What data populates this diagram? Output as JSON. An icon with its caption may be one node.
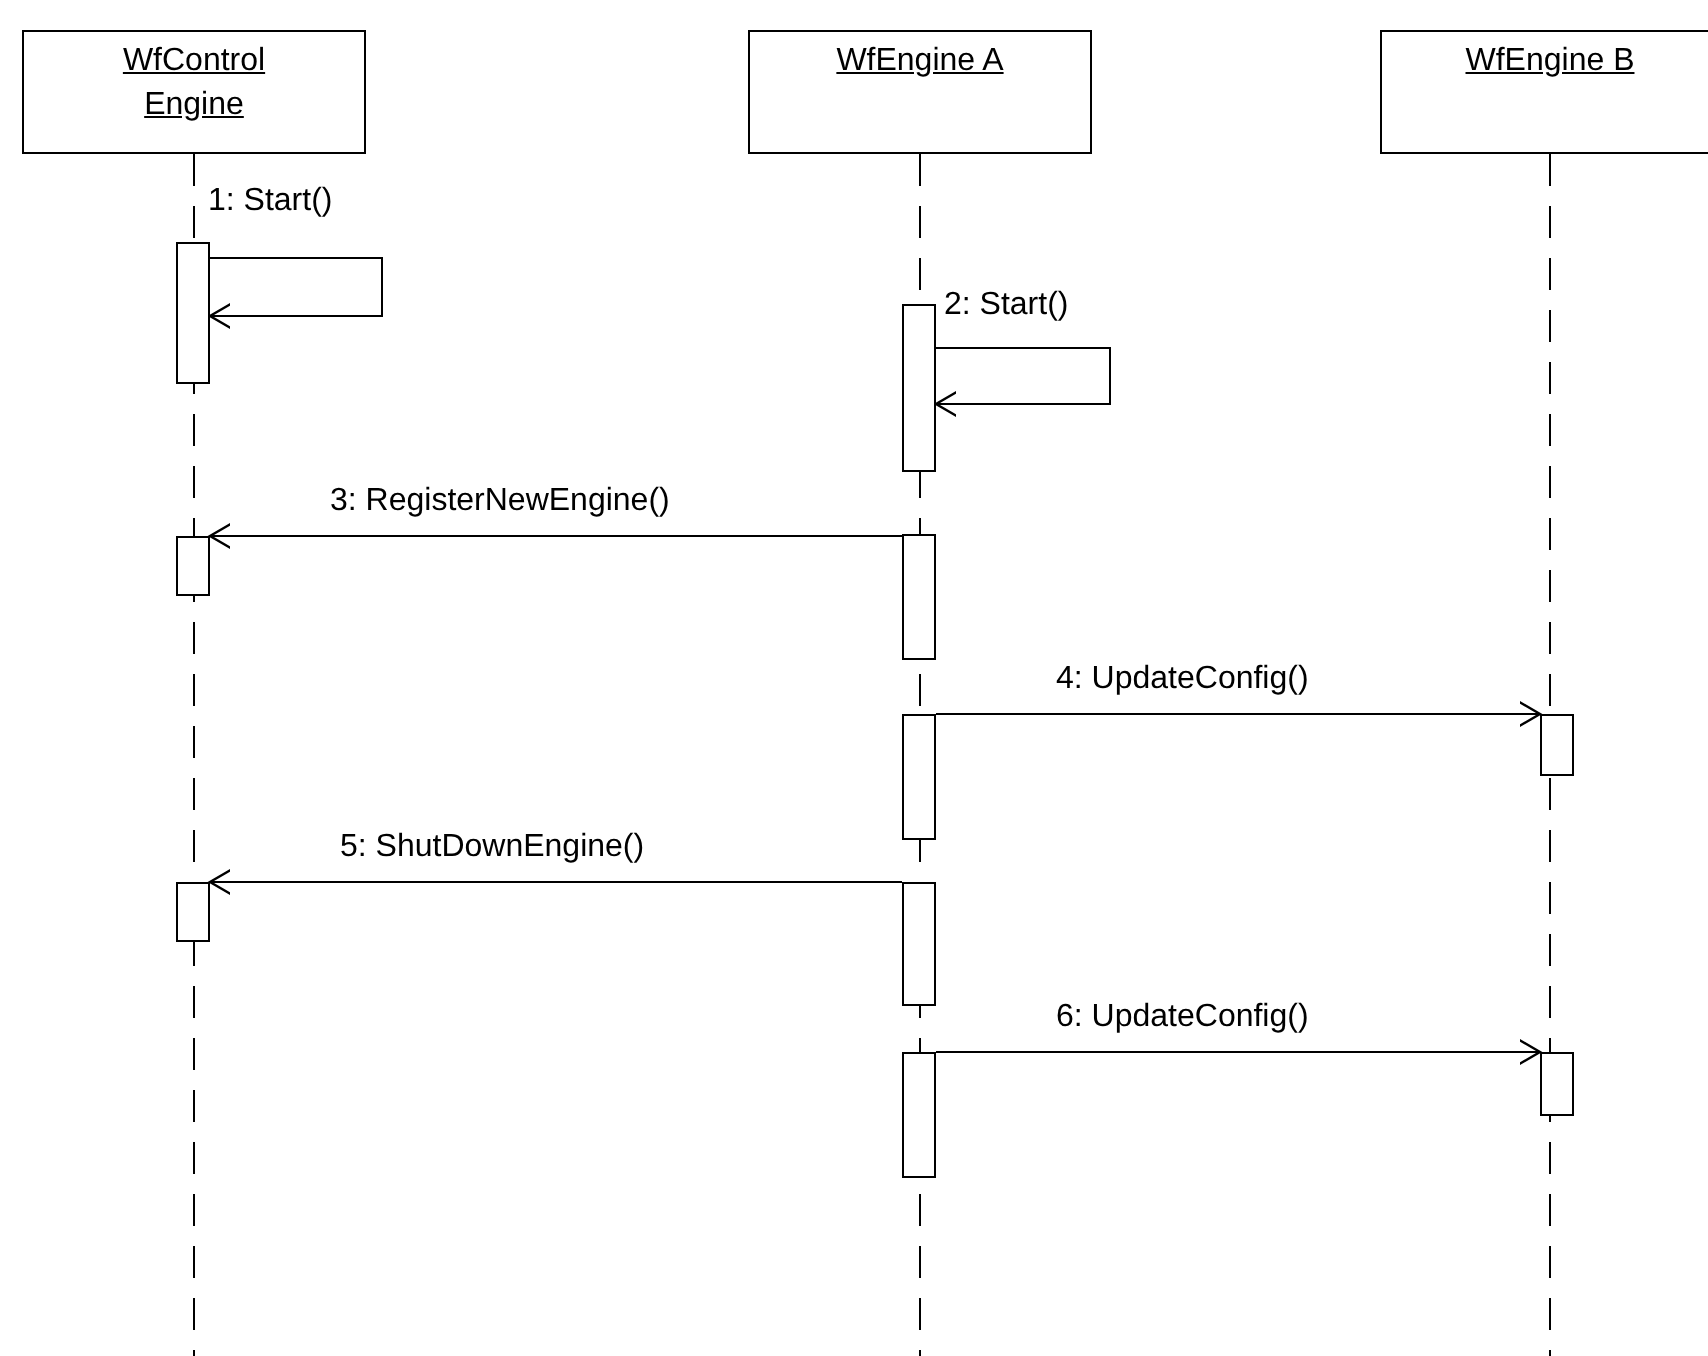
{
  "diagram": {
    "nodes": [
      {
        "text": [
          "WfControl Engine"
        ]
      },
      {
        "text": [
          "WfEngine A"
        ]
      },
      {
        "text": [
          "WfEngine B"
        ]
      },
      {
        "text": [],
        "shape": "bar"
      },
      {
        "text": [],
        "shape": "bar"
      },
      {
        "text": [],
        "shape": "bar"
      },
      {
        "text": [],
        "shape": "bar"
      },
      {
        "text": [],
        "shape": "bar"
      },
      {
        "text": [],
        "shape": "bar"
      },
      {
        "text": [],
        "shape": "bar"
      },
      {
        "text": [],
        "shape": "bar"
      },
      {
        "text": [],
        "shape": "bar"
      },
      {
        "text": [],
        "shape": "bar"
      }
    ],
    "edges": [
      {
        "from": 0,
        "to": null,
        "arrow": "none",
        "style": "dashed"
      },
      {
        "from": 1,
        "to": null,
        "arrow": "none",
        "style": "dashed"
      },
      {
        "from": 2,
        "to": null,
        "arrow": "none",
        "style": "dashed"
      },
      {
        "from": 3,
        "to": 3,
        "arrow": "to",
        "label": "1: Start()"
      },
      {
        "from": 4,
        "to": 4,
        "arrow": "to",
        "label": "2: Start()"
      },
      {
        "from": 6,
        "to": 5,
        "arrow": "to",
        "label": "3: RegisterNewEngine()"
      },
      {
        "from": 7,
        "to": 8,
        "arrow": "to",
        "label": "4: UpdateConfig()"
      },
      {
        "from": 10,
        "to": 9,
        "arrow": "to",
        "label": "5: ShutDownEngine()"
      },
      {
        "from": 11,
        "to": 12,
        "arrow": "to",
        "label": "6: UpdateConfig()"
      }
    ]
  }
}
